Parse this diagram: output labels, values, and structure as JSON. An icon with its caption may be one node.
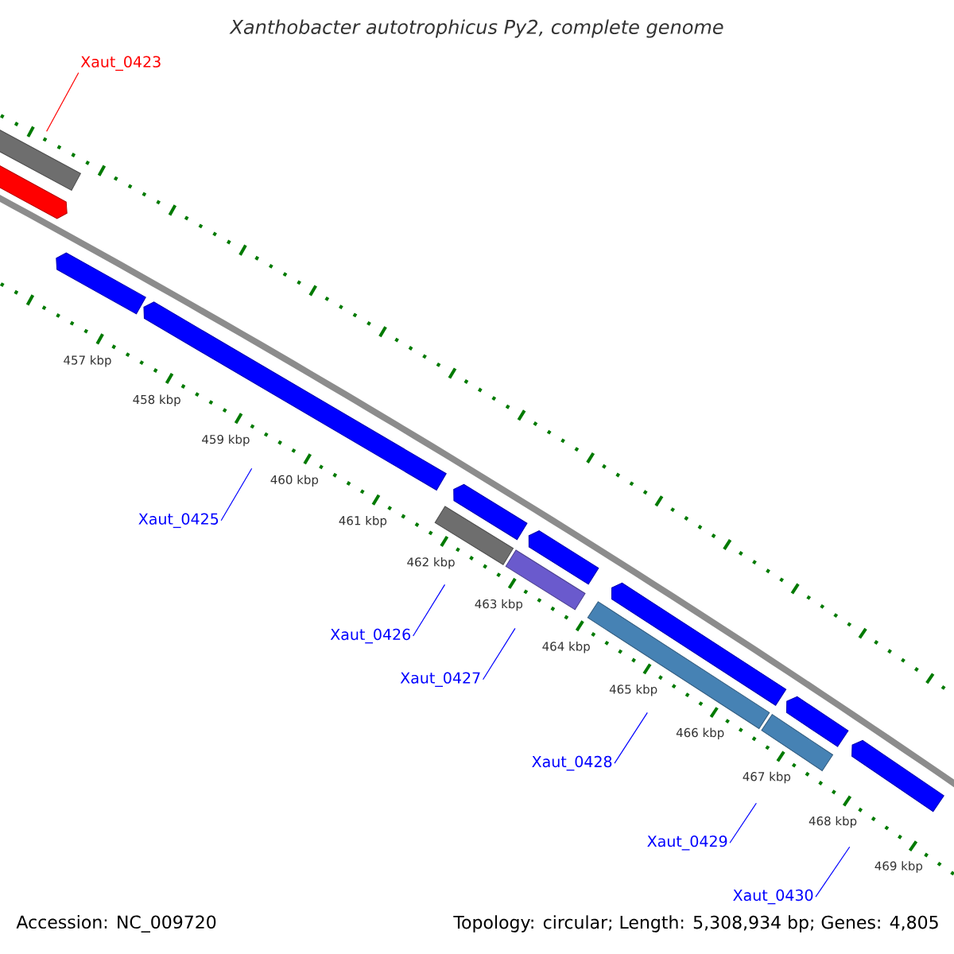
{
  "diagram": {
    "title": "Xanthobacter autotrophicus Py2, complete genome",
    "nodes": [
      {
        "text": [
          "Xaut_0423"
        ]
      },
      {
        "text": [],
        "shape": "bar"
      },
      {
        "text": [],
        "shape": "arrow"
      },
      {
        "text": [],
        "shape": "arrow"
      },
      {
        "text": [],
        "shape": "arrow"
      },
      {
        "text": [],
        "shape": "arrow"
      },
      {
        "text": [],
        "shape": "arrow"
      },
      {
        "text": [],
        "shape": "arrow"
      },
      {
        "text": [],
        "shape": "arrow"
      },
      {
        "text": [],
        "shape": "arrow"
      },
      {
        "text": [],
        "shape": "bar"
      },
      {
        "text": [],
        "shape": "bar"
      },
      {
        "text": [],
        "shape": "bar"
      },
      {
        "text": [],
        "shape": "bar"
      },
      {
        "text": [
          "Xaut_0425"
        ]
      },
      {
        "text": [
          "Xaut_0426"
        ]
      },
      {
        "text": [
          "Xaut_0427"
        ]
      },
      {
        "text": [
          "Xaut_0428"
        ]
      },
      {
        "text": [
          "Xaut_0429"
        ]
      },
      {
        "text": [
          "Xaut_0430"
        ]
      }
    ],
    "edges": [
      {
        "from": 0,
        "to": null,
        "arrow": "none",
        "color": "#ff0000"
      },
      {
        "from": 14,
        "to": null,
        "arrow": "none"
      },
      {
        "from": 15,
        "to": null,
        "arrow": "none"
      },
      {
        "from": 16,
        "to": null,
        "arrow": "none"
      },
      {
        "from": 17,
        "to": null,
        "arrow": "none"
      },
      {
        "from": 18,
        "to": null,
        "arrow": "none"
      },
      {
        "from": 19,
        "to": null,
        "arrow": "none"
      }
    ],
    "labels": [
      "457 kbp",
      "458 kbp",
      "459 kbp",
      "460 kbp",
      "461 kbp",
      "462 kbp",
      "463 kbp",
      "464 kbp",
      "465 kbp",
      "466 kbp",
      "467 kbp",
      "468 kbp",
      "469 kbp",
      "Accession: NC_009720",
      "Topology: circular; Length: 5,308,934 bp; Genes: 4,805"
    ]
  }
}
